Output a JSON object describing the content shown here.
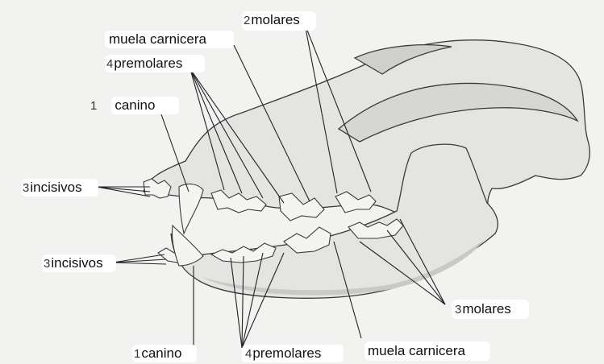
{
  "labels": {
    "top_molares": {
      "num": "2",
      "text": "molares"
    },
    "top_carnicera": {
      "num": "",
      "text": "muela carnicera"
    },
    "top_premolares": {
      "num": "4",
      "text": "premolares"
    },
    "top_canino": {
      "num": "1",
      "text": "canino"
    },
    "top_incisivos": {
      "num": "3",
      "text": "incisivos"
    },
    "bottom_incisivos": {
      "num": "3",
      "text": "incisivos"
    },
    "bottom_molares": {
      "num": "3",
      "text": "molares"
    },
    "bottom_canino": {
      "num": "1",
      "text": "canino"
    },
    "bottom_premolares": {
      "num": "4",
      "text": "premolares"
    },
    "bottom_carnicera": {
      "num": "",
      "text": "muela carnicera"
    }
  },
  "colors": {
    "background": "#f2f2f1",
    "bone_fill": "#e4e4e2",
    "bone_shade": "#c9c9c7",
    "outline": "#3a3a3a",
    "leader_line": "#222222",
    "label_patch": "#ffffff"
  }
}
